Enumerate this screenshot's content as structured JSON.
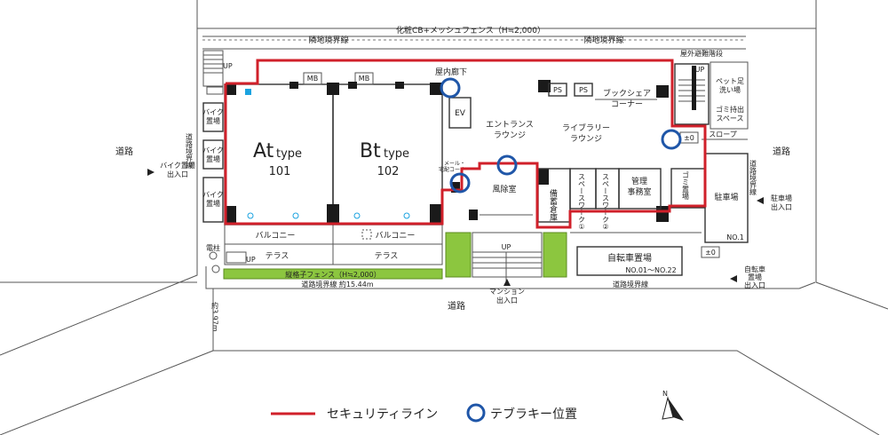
{
  "labels": {
    "fence_top": "化粧CB+メッシュフェンス（H≒2,000）",
    "boundary_top_left": "隣地境界線",
    "boundary_top_right": "隣地境界線",
    "up_left": "UP",
    "indoor_corridor": "屋内廊下",
    "outdoor_stair": "屋外避難階段",
    "up_right": "UP",
    "pet_wash_1": "ペット足",
    "pet_wash_2": "洗い場",
    "trash_space_1": "ゴミ持出",
    "trash_space_2": "スペース",
    "slope": "スロープ",
    "pm0_top": "±0",
    "pm0_bottom": "±0",
    "mb1": "MB",
    "mb2": "MB",
    "ev": "EV",
    "ps1": "PS",
    "ps2": "PS",
    "book_shelf_1": "ブックシェア",
    "book_shelf_2": "コーナー",
    "entrance_1": "エントランス",
    "entrance_2": "ラウンジ",
    "library_1": "ライブラリー",
    "library_2": "ラウンジ",
    "mail_1": "メール・",
    "mail_2": "宅配コーナー",
    "windbreak": "風除室",
    "storage": "備蓄倉庫",
    "workspace1": "スペースワーク①",
    "workspace2": "スペースワーク②",
    "mgmt_1": "管理",
    "mgmt_2": "事務室",
    "trash_room": "ゴミ置場",
    "parking": "駐車場",
    "parking_no": "NO.1",
    "bike_area_1": "バイク",
    "bike_area_2": "置場",
    "bicycle": "自転車置場",
    "bicycle_no": "NO.01〜NO.22",
    "at_type_a": "At",
    "at_type_b": "type",
    "at_num": "101",
    "bt_type_a": "Bt",
    "bt_type_b": "type",
    "bt_num": "102",
    "balcony1": "バルコニー",
    "balcony2": "バルコニー",
    "terrace1": "テラス",
    "terrace2": "テラス",
    "pole": "電柱",
    "up_bottom_left": "UP",
    "up_bottom_center": "UP",
    "green_fence": "縦格子フェンス（H≒2,000）",
    "road_boundary_left": "道路境界線 約15.44m",
    "road_boundary_right": "道路境界線",
    "road_width": "約3.97m",
    "road_left": "道路",
    "road_right": "道路",
    "road_bottom": "道路",
    "road_boundary_v_left": "道路境界線",
    "road_boundary_v_right": "道路境界線",
    "bike_entrance_1": "バイク置場",
    "bike_entrance_2": "出入口",
    "parking_entrance_1": "駐車場",
    "parking_entrance_2": "出入口",
    "mansion_entrance_1": "マンション",
    "mansion_entrance_2": "出入口",
    "bicycle_entrance_1": "自転車",
    "bicycle_entrance_2": "置場",
    "bicycle_entrance_3": "出入口",
    "north": "N"
  },
  "legend": {
    "security_line": "セキュリティライン",
    "tebura_key": "テブラキー位置"
  },
  "colors": {
    "security": "#d0202a",
    "key": "#1f56a8",
    "green": "#8cc63f"
  }
}
